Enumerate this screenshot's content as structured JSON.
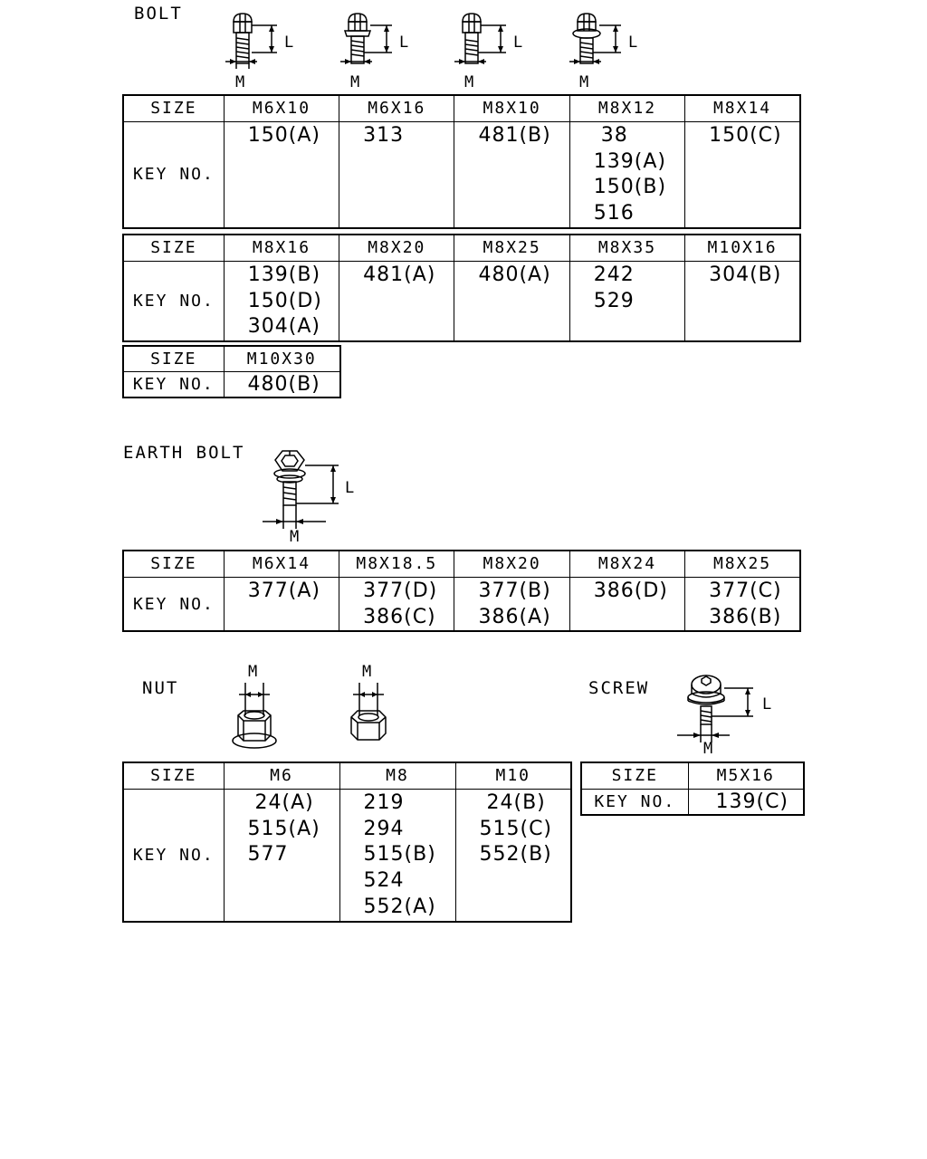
{
  "bolt": {
    "title": "BOLT",
    "dim_labels": {
      "length": "L",
      "diameter": "M"
    },
    "table1": {
      "header_label": "SIZE",
      "key_label": "KEY NO.",
      "sizes": [
        "M6X10",
        "M6X16",
        "M8X10",
        "M8X12",
        "M8X14"
      ],
      "keys": [
        [
          "150(A)"
        ],
        [
          "313"
        ],
        [
          "481(B)"
        ],
        [
          " 38",
          "139(A)",
          "150(B)",
          "516"
        ],
        [
          "150(C)"
        ]
      ]
    },
    "table2": {
      "header_label": "SIZE",
      "key_label": "KEY NO.",
      "sizes": [
        "M8X16",
        "M8X20",
        "M8X25",
        "M8X35",
        "M10X16"
      ],
      "keys": [
        [
          "139(B)",
          "150(D)",
          "304(A)"
        ],
        [
          "481(A)"
        ],
        [
          "480(A)"
        ],
        [
          "242",
          "529"
        ],
        [
          "304(B)"
        ]
      ]
    },
    "table3": {
      "header_label": "SIZE",
      "key_label": "KEY NO.",
      "sizes": [
        "M10X30"
      ],
      "keys": [
        [
          "480(B)"
        ]
      ]
    }
  },
  "earth_bolt": {
    "title": "EARTH BOLT",
    "dim_labels": {
      "length": "L",
      "diameter": "M"
    },
    "table": {
      "header_label": "SIZE",
      "key_label": "KEY NO.",
      "sizes": [
        "M6X14",
        "M8X18.5",
        "M8X20",
        "M8X24",
        "M8X25"
      ],
      "keys": [
        [
          "377(A)"
        ],
        [
          "377(D)",
          "386(C)"
        ],
        [
          "377(B)",
          "386(A)"
        ],
        [
          "386(D)"
        ],
        [
          "377(C)",
          "386(B)"
        ]
      ]
    }
  },
  "nut": {
    "title": "NUT",
    "dim_labels": {
      "diameter": "M"
    },
    "table": {
      "header_label": "SIZE",
      "key_label": "KEY NO.",
      "sizes": [
        "M6",
        "M8",
        "M10"
      ],
      "keys": [
        [
          " 24(A)",
          "515(A)",
          "577"
        ],
        [
          "219",
          "294",
          "515(B)",
          "524",
          "552(A)"
        ],
        [
          " 24(B)",
          "515(C)",
          "552(B)"
        ]
      ]
    }
  },
  "screw": {
    "title": "SCREW",
    "dim_labels": {
      "length": "L",
      "diameter": "M"
    },
    "table": {
      "header_label": "SIZE",
      "key_label": "KEY NO.",
      "sizes": [
        "M5X16"
      ],
      "keys": [
        [
          "139(C)"
        ]
      ]
    }
  }
}
